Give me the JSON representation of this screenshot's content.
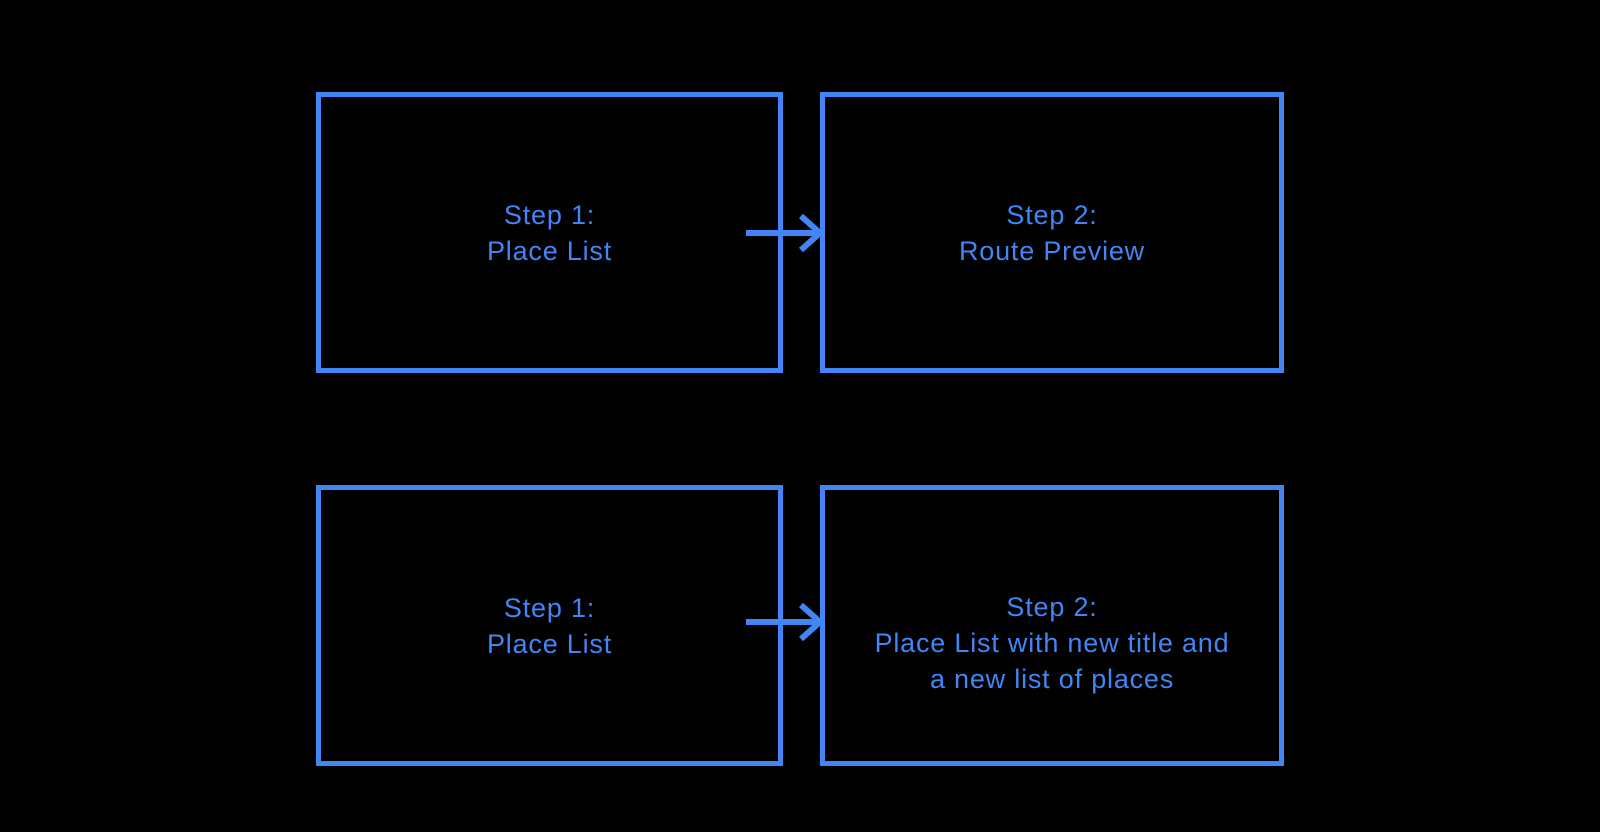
{
  "canvas": {
    "background": "#000000",
    "accent": "#4285F4"
  },
  "flows": [
    {
      "step1": {
        "lines": [
          "Step 1:",
          "Place List"
        ]
      },
      "arrow": "right",
      "step2": {
        "lines": [
          "Step 2:",
          "Route Preview"
        ]
      }
    },
    {
      "step1": {
        "lines": [
          "Step 1:",
          "Place List"
        ]
      },
      "arrow": "right",
      "step2": {
        "lines": [
          "Step 2:",
          "Place List with new title and",
          "a new list of places"
        ]
      }
    }
  ]
}
